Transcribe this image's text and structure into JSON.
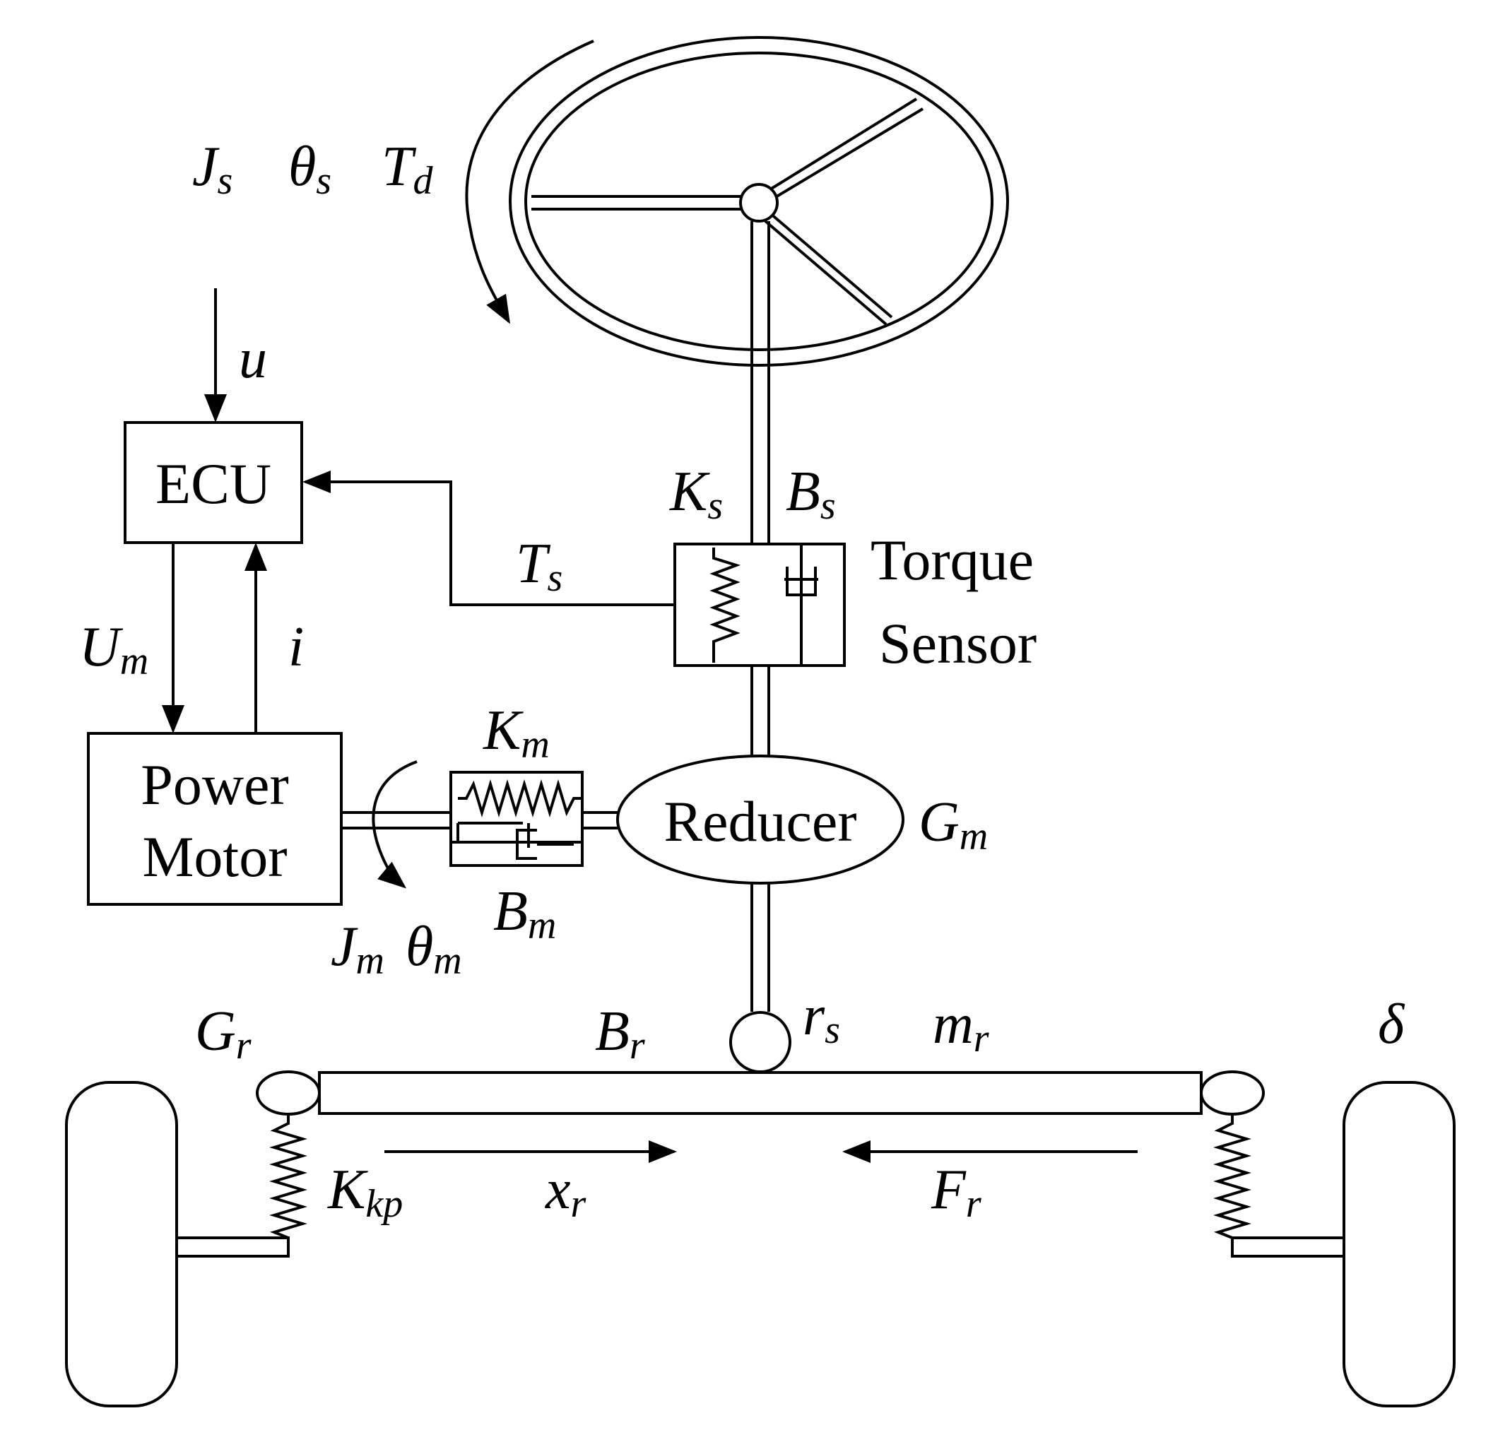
{
  "components": {
    "ecu": "ECU",
    "power_motor": [
      "Power",
      "Motor"
    ],
    "reducer": "Reducer",
    "torque_sensor": [
      "Torque",
      "Sensor"
    ]
  },
  "symbols": {
    "Js": {
      "base": "J",
      "sub": "s"
    },
    "thetas": {
      "base": "θ",
      "sub": "s"
    },
    "Td": {
      "base": "T",
      "sub": "d"
    },
    "u": {
      "base": "u",
      "sub": ""
    },
    "Ks": {
      "base": "K",
      "sub": "s"
    },
    "Bs": {
      "base": "B",
      "sub": "s"
    },
    "Ts": {
      "base": "T",
      "sub": "s"
    },
    "Um": {
      "base": "U",
      "sub": "m"
    },
    "i": {
      "base": "i",
      "sub": ""
    },
    "Km": {
      "base": "K",
      "sub": "m"
    },
    "Gm": {
      "base": "G",
      "sub": "m"
    },
    "Bm": {
      "base": "B",
      "sub": "m"
    },
    "Jm": {
      "base": "J",
      "sub": "m"
    },
    "thetam": {
      "base": "θ",
      "sub": "m"
    },
    "Gr": {
      "base": "G",
      "sub": "r"
    },
    "Br": {
      "base": "B",
      "sub": "r"
    },
    "rs": {
      "base": "r",
      "sub": "s"
    },
    "mr": {
      "base": "m",
      "sub": "r"
    },
    "delta": {
      "base": "δ",
      "sub": ""
    },
    "Kkp": {
      "base": "K",
      "sub": "kp"
    },
    "xr": {
      "base": "x",
      "sub": "r"
    },
    "Fr": {
      "base": "F",
      "sub": "r"
    }
  }
}
